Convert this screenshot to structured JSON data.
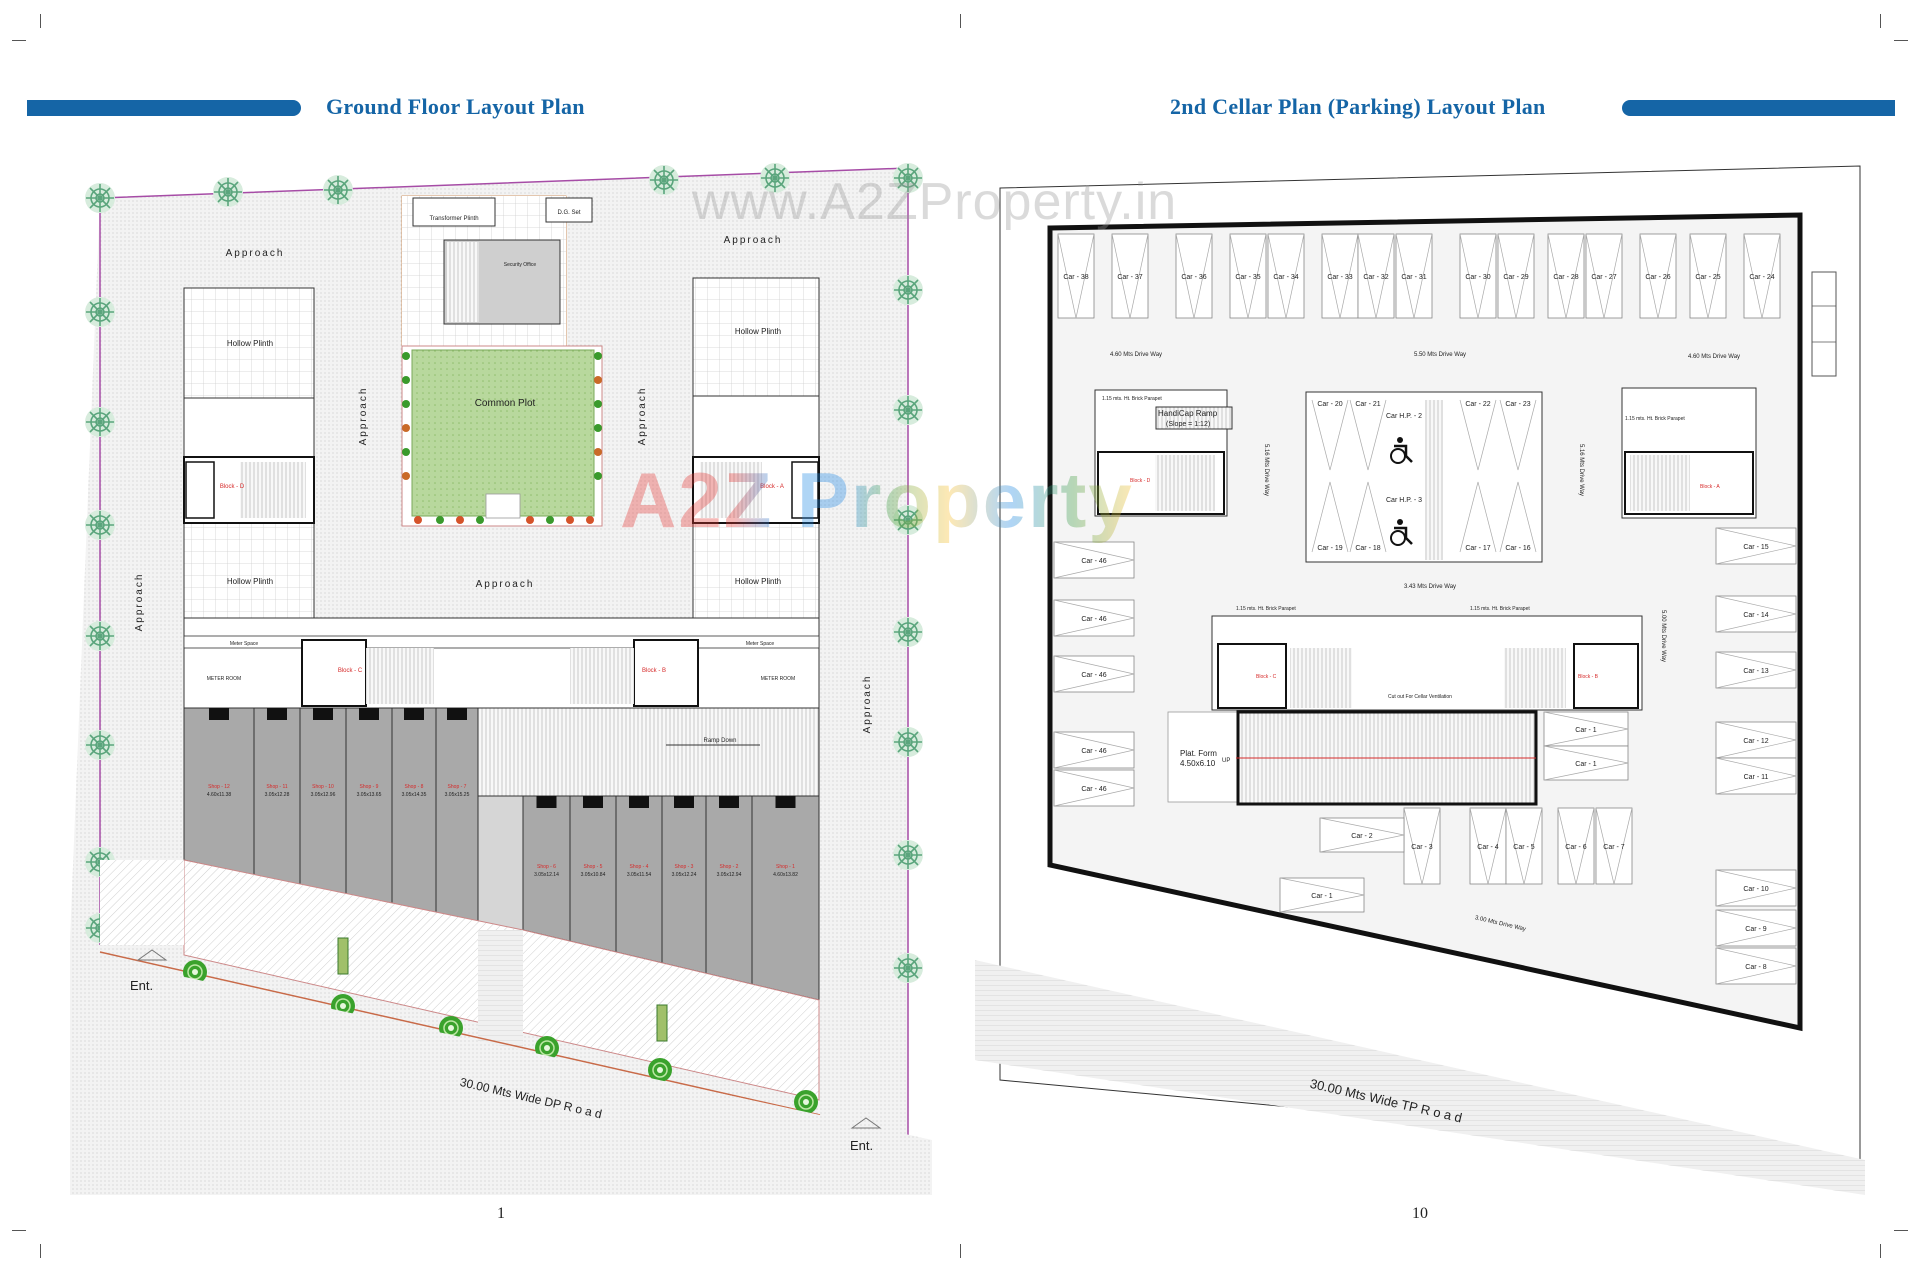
{
  "left_page": {
    "title": "Ground Floor Layout Plan",
    "page_number": "1",
    "labels": {
      "approach_top_left": "Approach",
      "approach_top_right": "Approach",
      "approach_mid_left": "Approach",
      "approach_mid_right": "Approach",
      "approach_center": "Approach",
      "approach_left_side": "Approach",
      "approach_right_side": "Approach",
      "hollow_plinth_a": "Hollow Plinth",
      "hollow_plinth_b": "Hollow Plinth",
      "hollow_plinth_c": "Hollow Plinth",
      "hollow_plinth_d": "Hollow Plinth",
      "common_plot": "Common Plot",
      "transformer_plinth": "Transformer Plinth",
      "dg_set": "D.G. Set",
      "security_office": "Security Office",
      "meter_space_left": "Meter Space",
      "meter_space_right": "Meter Space",
      "meter_room_left": "METER ROOM",
      "meter_room_right": "METER ROOM",
      "ramp_down": "Ramp Down",
      "block_d": "Block - D",
      "block_a": "Block - A",
      "block_c": "Block - C",
      "block_b": "Block - B",
      "road": "30.00 Mts  Wide  DP  R o a d",
      "ent_left": "Ent.",
      "ent_right": "Ent."
    },
    "shops_upper": [
      {
        "name": "Shop - 12",
        "size": "4.60x11.38"
      },
      {
        "name": "Shop - 11",
        "size": "3.05x12.28"
      },
      {
        "name": "Shop - 10",
        "size": "3.05x12.96"
      },
      {
        "name": "Shop - 9",
        "size": "3.05x13.65"
      },
      {
        "name": "Shop - 8",
        "size": "3.05x14.35"
      },
      {
        "name": "Shop - 7",
        "size": "3.05x15.25"
      }
    ],
    "shops_lower": [
      {
        "name": "Shop - 6",
        "size": "3.05x12.14"
      },
      {
        "name": "Shop - 5",
        "size": "3.05x10.84"
      },
      {
        "name": "Shop - 4",
        "size": "3.05x11.54"
      },
      {
        "name": "Shop - 3",
        "size": "3.05x12.24"
      },
      {
        "name": "Shop - 2",
        "size": "3.05x12.94"
      },
      {
        "name": "Shop - 1",
        "size": "4.60x13.82"
      }
    ]
  },
  "right_page": {
    "title": "2nd Cellar Plan (Parking) Layout Plan",
    "page_number": "10",
    "top_cars": [
      "Car - 38",
      "Car - 37",
      "Car - 36",
      "Car - 35",
      "Car - 34",
      "Car - 33",
      "Car - 32",
      "Car - 31",
      "Car - 30",
      "Car - 29",
      "Car - 28",
      "Car - 27",
      "Car - 26",
      "Car - 25",
      "Car - 24"
    ],
    "center_cars_top": [
      "Car - 20",
      "Car - 21",
      "Car - 22",
      "Car - 23"
    ],
    "center_cars_bottom": [
      "Car - 19",
      "Car - 18",
      "Car - 17",
      "Car - 16"
    ],
    "right_cars": [
      "Car - 15",
      "Car - 14",
      "Car - 13",
      "Car - 12",
      "Car - 11",
      "Car - 10",
      "Car - 9",
      "Car - 8"
    ],
    "left_cars": [
      "Car - 46",
      "Car - 46",
      "Car - 46",
      "Car - 46",
      "Car - 46"
    ],
    "bottom_cars": [
      "Car - 3",
      "Car - 4",
      "Car - 5",
      "Car - 6",
      "Car - 7"
    ],
    "misc_cars": [
      "Car - 1",
      "Car - 1",
      "Car - 2",
      "Car - 1"
    ],
    "labels": {
      "drive_1": "4.60 Mts Drive Way",
      "drive_2": "5.50 Mts Drive Way",
      "drive_3": "4.60 Mts Drive Way",
      "drive_4": "3.43 Mts Drive Way",
      "drive_5": "5.16 Mts Drive Way",
      "drive_6": "5.16 Mts Drive Way",
      "drive_7": "5.00 Mts Drive Way",
      "drive_8": "3.00 Mts Drive Way",
      "parapet_1": "1.15 mts. Ht. Brick Parapet",
      "parapet_2": "1.15 mts. Ht. Brick Parapet",
      "parapet_3": "1.15 mts. Ht. Brick Parapet",
      "parapet_4": "1.15 mts. Ht. Brick Parapet",
      "handicap_ramp": "HandiCap Ramp",
      "handicap_slope": "(Slope = 1:12)",
      "car_hp_2": "Car H.P. - 2",
      "car_hp_3": "Car H.P. - 3",
      "platform": "Plat. Form",
      "platform_size": "4.50x6.10",
      "platform_up": "UP",
      "cellar_ventilation": "Cut out For Cellar Ventilation",
      "road": "30.00 Mts  Wide  TP  R o a d",
      "block_d": "Block - D",
      "block_a": "Block - A",
      "block_c": "Block - C",
      "block_b": "Block - B"
    }
  },
  "watermark": {
    "url": "www.A2ZProperty.in",
    "logo": "A2Z Property"
  },
  "colors": {
    "brand_blue": "#1565a6",
    "shop_fill": "#a9a9a9",
    "lawn": "#b5d69a",
    "outline": "#111111",
    "label_red": "#d62a2a"
  }
}
